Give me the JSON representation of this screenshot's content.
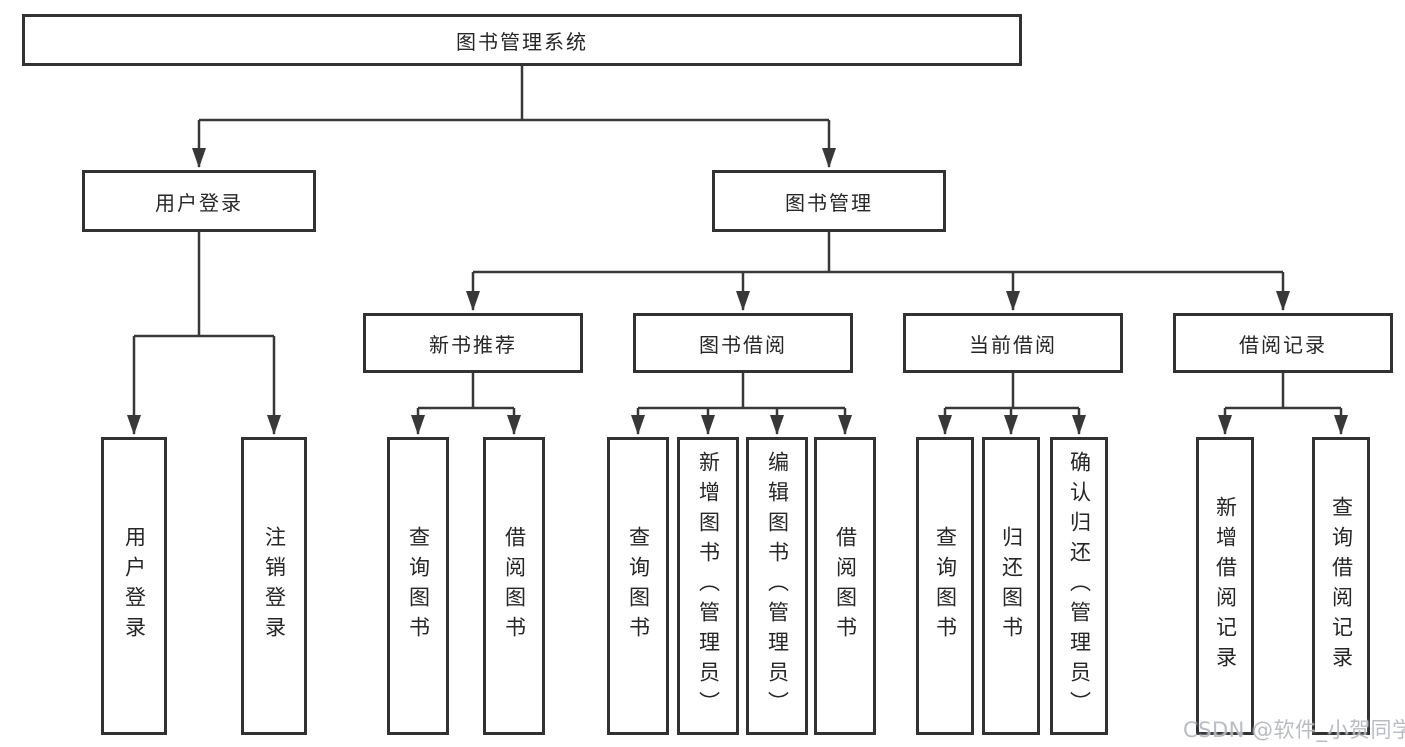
{
  "tree": {
    "root": "图书管理系统",
    "children": [
      {
        "label": "用户登录",
        "children": [
          "用户登录",
          "注销登录"
        ]
      },
      {
        "label": "图书管理",
        "children": [
          {
            "label": "新书推荐",
            "children": [
              "查询图书",
              "借阅图书"
            ]
          },
          {
            "label": "图书借阅",
            "children": [
              "查询图书",
              "新增图书（管理员）",
              "编辑图书（管理员）",
              "借阅图书"
            ]
          },
          {
            "label": "当前借阅",
            "children": [
              "查询图书",
              "归还图书",
              "确认归还（管理员）"
            ]
          },
          {
            "label": "借阅记录",
            "children": [
              "新增借阅记录",
              "查询借阅记录"
            ]
          }
        ]
      }
    ]
  },
  "watermark": "CSDN @软件_小贺同学",
  "colors": {
    "line": "#383838",
    "box_border": "#323232",
    "box_fill": "#ffffff",
    "text": "#262626",
    "watermark_text": "#b6bac0",
    "background": "#ffffff"
  }
}
